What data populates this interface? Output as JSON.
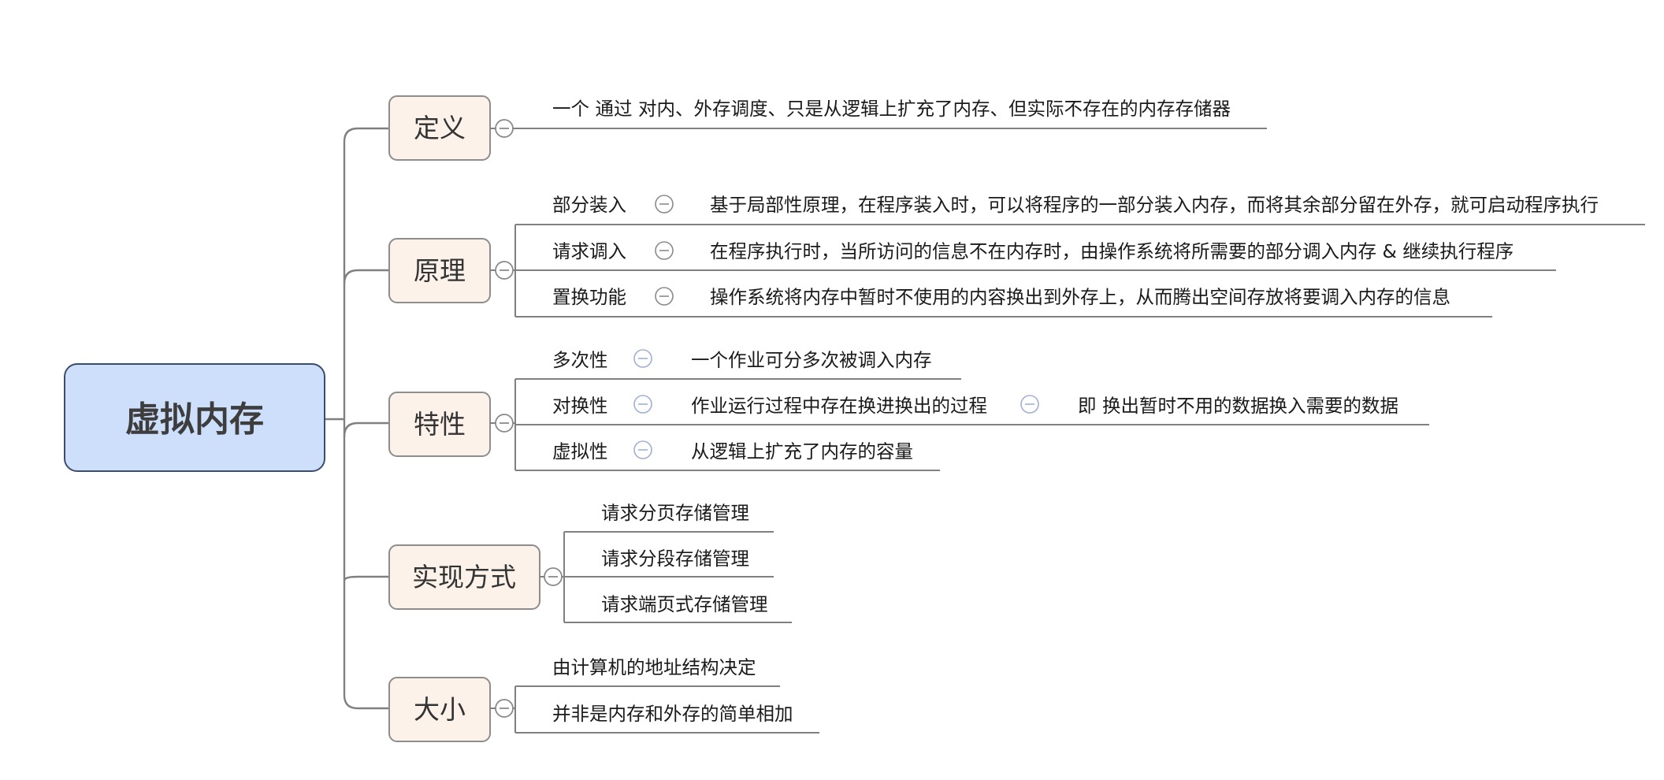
{
  "root": {
    "label": "虚拟内存"
  },
  "branches": {
    "definition": {
      "label": "定义",
      "items": [
        "一个 通过 对内、外存调度、只是从逻辑上扩充了内存、但实际不存在的内存存储器"
      ]
    },
    "principle": {
      "label": "原理",
      "items": [
        {
          "term": "部分装入",
          "detail": "基于局部性原理，在程序装入时，可以将程序的一部分装入内存，而将其余部分留在外存，就可启动程序执行"
        },
        {
          "term": "请求调入",
          "detail": "在程序执行时，当所访问的信息不在内存时，由操作系统将所需要的部分调入内存 & 继续执行程序"
        },
        {
          "term": "置换功能",
          "detail": "操作系统将内存中暂时不使用的内容换出到外存上，从而腾出空间存放将要调入内存的信息"
        }
      ]
    },
    "features": {
      "label": "特性",
      "items": [
        {
          "term": "多次性",
          "detail": "一个作业可分多次被调入内存"
        },
        {
          "term": "对换性",
          "detail": "作业运行过程中存在换进换出的过程",
          "note": "即 换出暂时不用的数据换入需要的数据"
        },
        {
          "term": "虚拟性",
          "detail": "从逻辑上扩充了内存的容量"
        }
      ]
    },
    "implementation": {
      "label": "实现方式",
      "items": [
        "请求分页存储管理",
        "请求分段存储管理",
        "请求端页式存储管理"
      ]
    },
    "size": {
      "label": "大小",
      "items": [
        "由计算机的地址结构决定",
        "并非是内存和外存的简单相加"
      ]
    }
  },
  "colors": {
    "root_fill": "#cddffb",
    "root_stroke": "#3a4d6e",
    "topic_fill": "#fcf2ea",
    "topic_stroke": "#8d8d8d",
    "line": "#808080",
    "collapse_blue": "#9fb0d4"
  },
  "icons": [
    "collapse-icon"
  ]
}
